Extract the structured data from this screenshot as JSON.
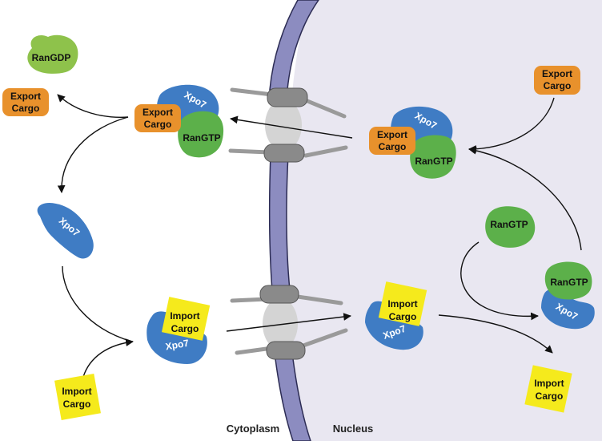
{
  "regions": {
    "cytoplasm": "Cytoplasm",
    "nucleus": "Nucleus"
  },
  "labels": {
    "export_cargo_line1": "Export",
    "export_cargo_line2": "Cargo",
    "import_cargo_line1": "Import",
    "import_cargo_line2": "Cargo",
    "xpo7": "Xpo7",
    "rangtp": "RanGTP",
    "rangdp": "RanGDP"
  },
  "colors": {
    "nucleus_bg": "#e9e7f1",
    "envelope": "#8c8cc0",
    "envelope_stroke": "#2c2c54",
    "xpo7": "#3f7cc4",
    "ran": "#5cb04a",
    "rangdp": "#8ec24b",
    "export_cargo": "#e8912c",
    "import_cargo": "#f5ea1c",
    "pore_ring": "#8a8a8a",
    "pore_channel": "#d4d4d4"
  }
}
